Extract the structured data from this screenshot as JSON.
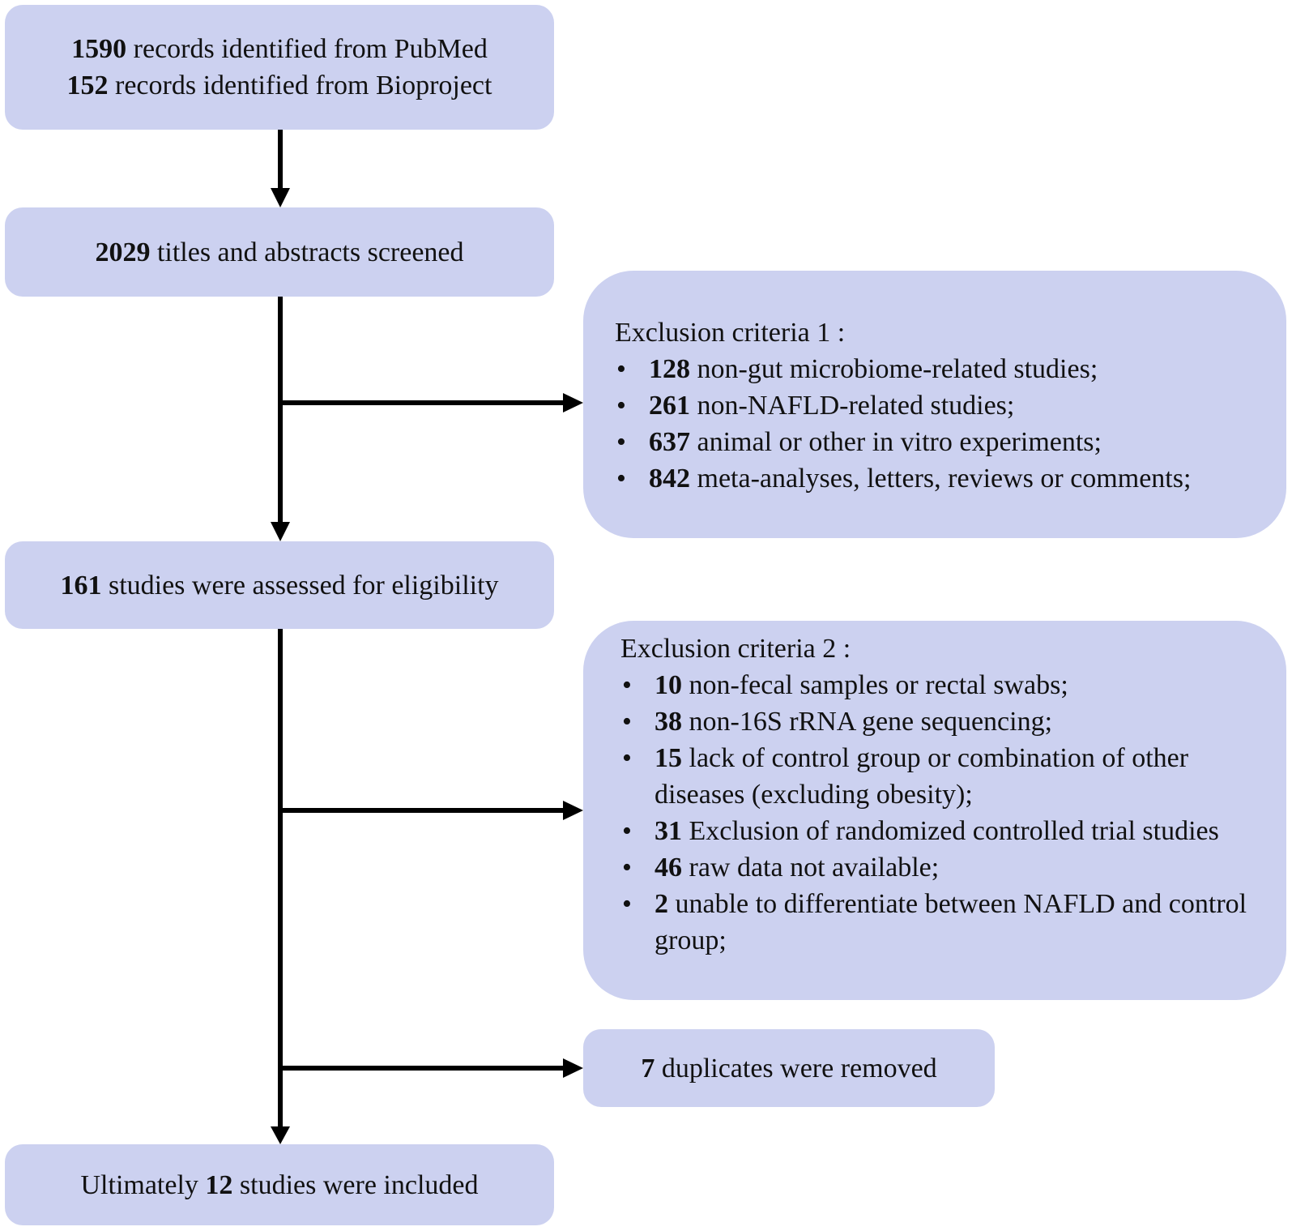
{
  "box1": {
    "line1": {
      "count": "1590",
      "text": " records identified from PubMed"
    },
    "line2": {
      "count": "152",
      "text": " records identified from Bioproject"
    }
  },
  "box2": {
    "count": "2029",
    "text": " titles and abstracts screened"
  },
  "exclusion1": {
    "title": "Exclusion criteria 1 :",
    "items": [
      {
        "count": "128",
        "text": " non-gut microbiome-related studies;"
      },
      {
        "count": "261",
        "text": " non-NAFLD-related studies;"
      },
      {
        "count": "637",
        "text": " animal or other in vitro experiments;"
      },
      {
        "count": "842",
        "text": " meta-analyses, letters, reviews or comments;"
      }
    ]
  },
  "box3": {
    "count": "161",
    "text": " studies were assessed for eligibility"
  },
  "exclusion2": {
    "title": "Exclusion criteria 2 :",
    "items": [
      {
        "count": "10",
        "text": " non-fecal samples or rectal swabs;"
      },
      {
        "count": "38",
        "text": " non-16S rRNA gene sequencing;"
      },
      {
        "count": "15",
        "text": " lack of control group or combination of other diseases (excluding obesity);"
      },
      {
        "count": "31",
        "text": " Exclusion of randomized controlled trial studies"
      },
      {
        "count": "46",
        "text": " raw data not available;"
      },
      {
        "count": "2",
        "text": " unable to differentiate between NAFLD and control group;"
      }
    ]
  },
  "duplicates": {
    "count": "7",
    "text": " duplicates were removed"
  },
  "final": {
    "prefix": "Ultimately ",
    "count": "12",
    "suffix": " studies were included"
  },
  "colors": {
    "box_fill": "#ccd1f0",
    "arrow": "#000000"
  }
}
